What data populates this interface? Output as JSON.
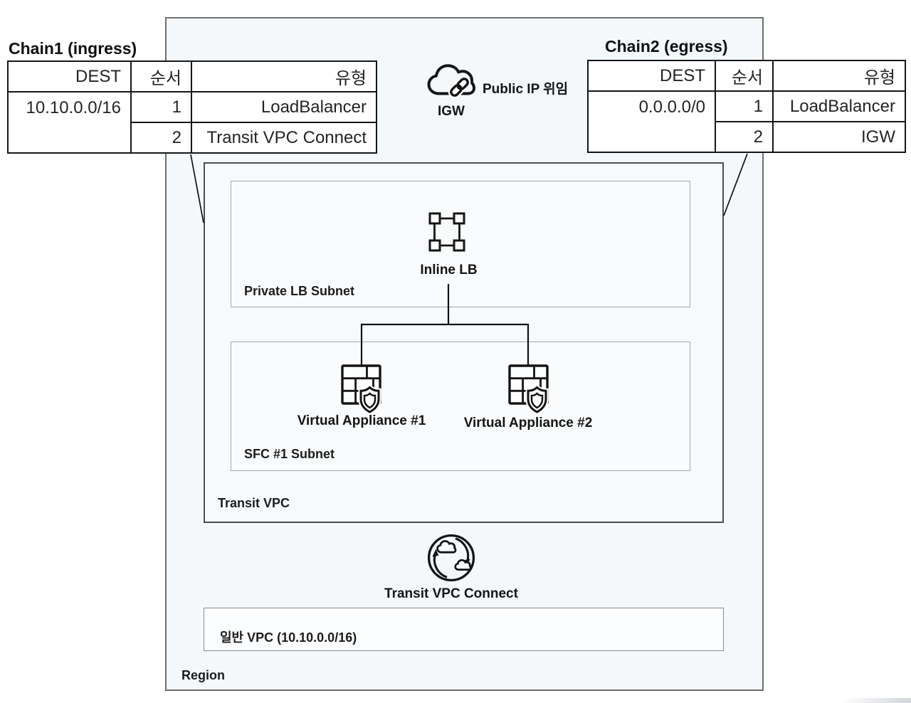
{
  "region": {
    "label": "Region"
  },
  "transit_vpc": {
    "label": "Transit VPC"
  },
  "private_lb_subnet": {
    "label": "Private LB Subnet"
  },
  "sfc_subnet": {
    "label": "SFC #1 Subnet"
  },
  "general_vpc": {
    "label": "일반 VPC (10.10.0.0/16)"
  },
  "igw": {
    "caption": "IGW",
    "annotation": "Public IP 위임",
    "icon": "internet-gateway-cloud-link-icon"
  },
  "inline_lb": {
    "caption": "Inline LB",
    "icon": "load-balancer-nodes-icon"
  },
  "virtual_appliance_1": {
    "caption": "Virtual Appliance #1",
    "icon": "firewall-shield-icon"
  },
  "virtual_appliance_2": {
    "caption": "Virtual Appliance #2",
    "icon": "firewall-shield-icon"
  },
  "transit_vpc_connect": {
    "caption": "Transit VPC Connect",
    "icon": "cloud-sync-circle-icon"
  },
  "chain1": {
    "title": "Chain1 (ingress)",
    "headers": {
      "dest": "DEST",
      "order": "순서",
      "type": "유형"
    },
    "dest": "10.10.0.0/16",
    "rows": [
      {
        "order": "1",
        "type": "LoadBalancer"
      },
      {
        "order": "2",
        "type": "Transit VPC Connect"
      }
    ]
  },
  "chain2": {
    "title": "Chain2 (egress)",
    "headers": {
      "dest": "DEST",
      "order": "순서",
      "type": "유형"
    },
    "dest": "0.0.0.0/0",
    "rows": [
      {
        "order": "1",
        "type": "LoadBalancer"
      },
      {
        "order": "2",
        "type": "IGW"
      }
    ]
  },
  "colors": {
    "line": "#111111",
    "table_border": "#161616",
    "region_fill": "#f4f8fb",
    "region_border": "#6e6e6e",
    "transit_border": "#4d4d4d",
    "subnet_border": "#a6a6a6"
  }
}
